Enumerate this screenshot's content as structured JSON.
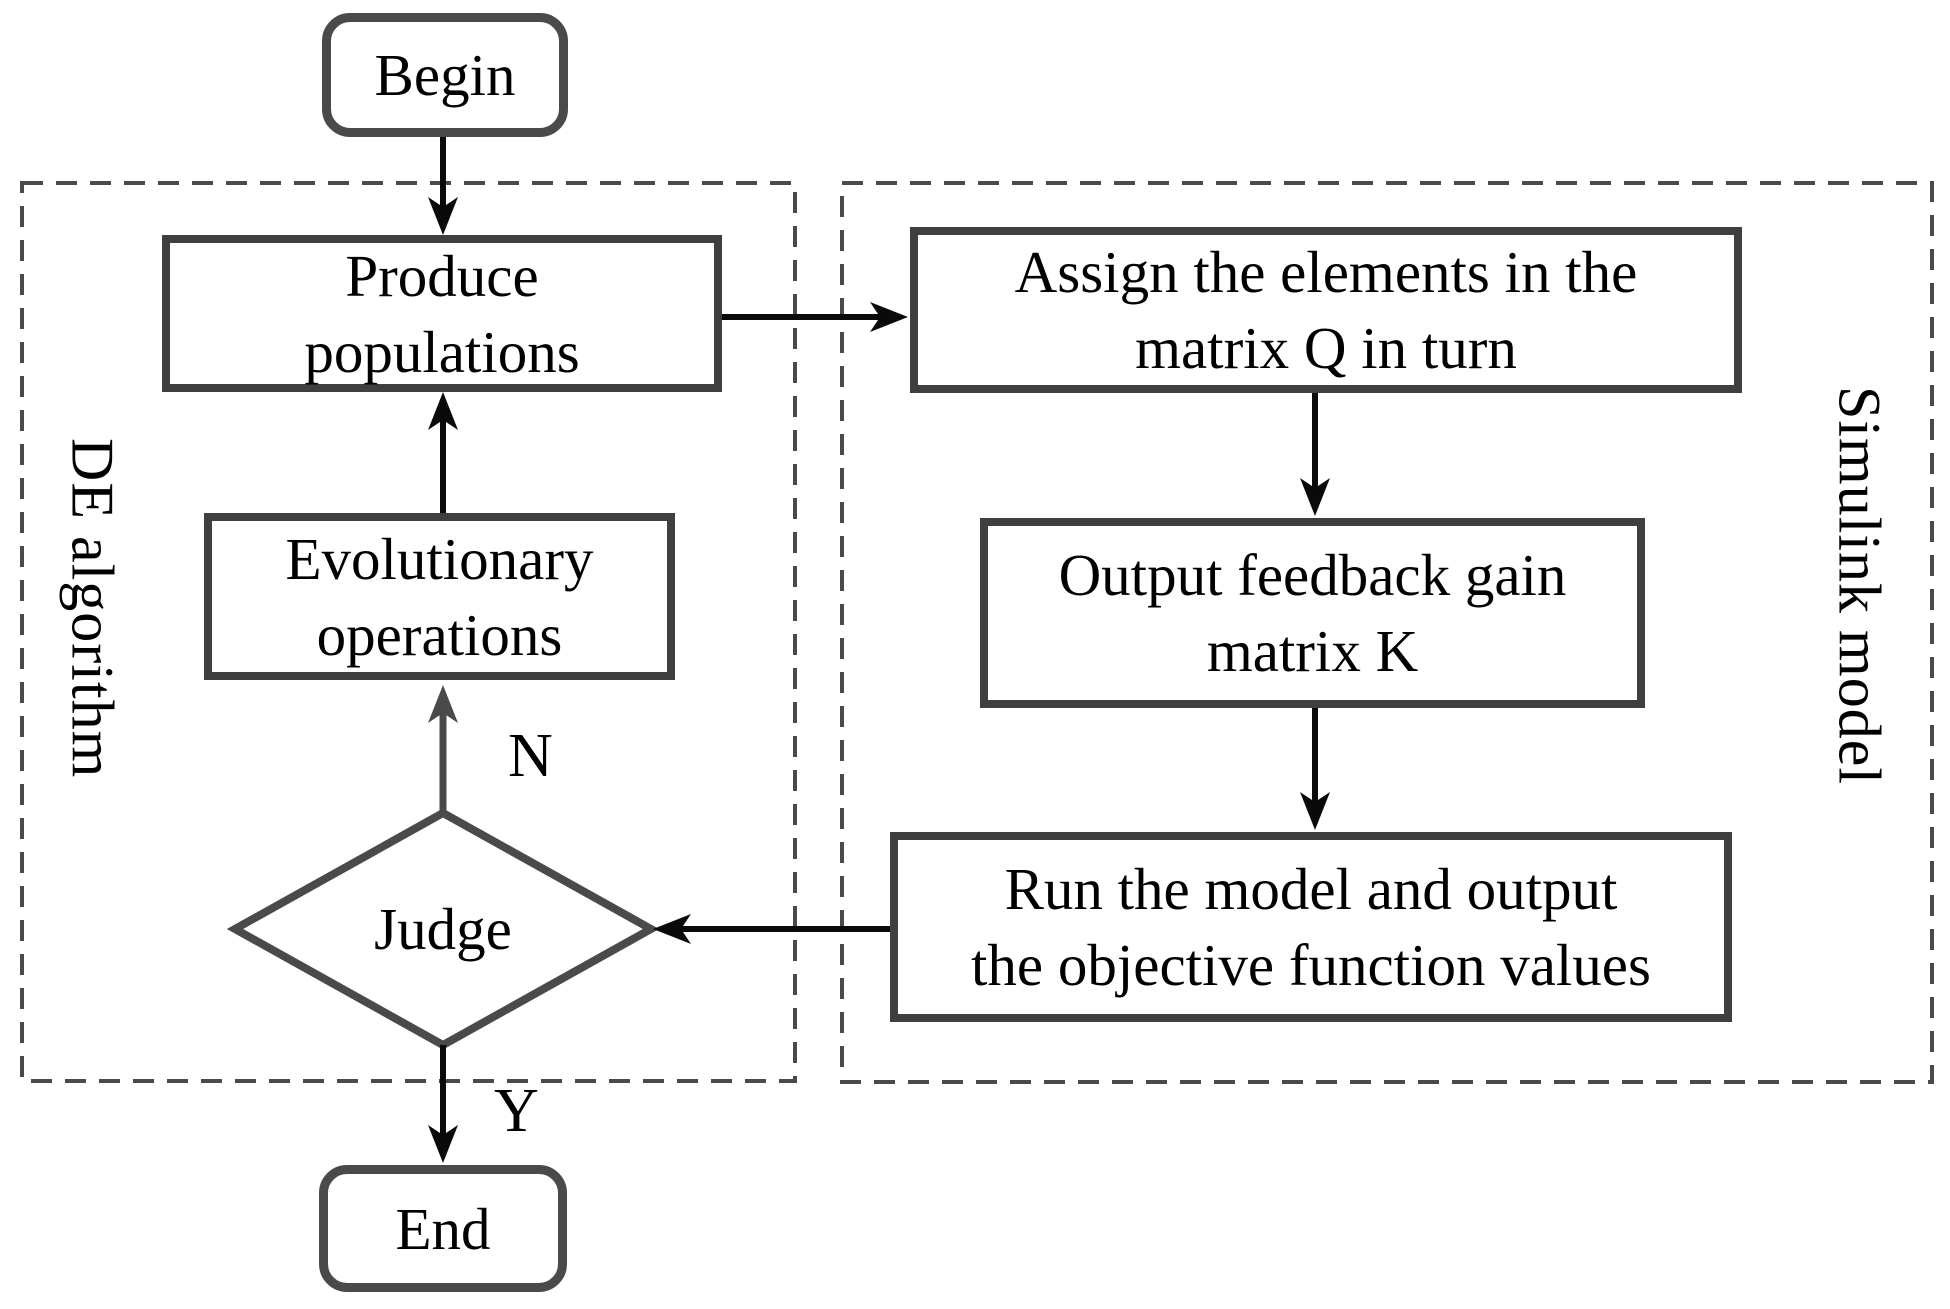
{
  "nodes": {
    "begin": {
      "label": "Begin"
    },
    "produce": {
      "line1": "Produce",
      "line2": "populations"
    },
    "evolutionary": {
      "line1": "Evolutionary",
      "line2": "operations"
    },
    "judge": {
      "label": "Judge"
    },
    "end": {
      "label": "End"
    },
    "assign": {
      "line1": "Assign the elements in the",
      "line2": "matrix Q in turn"
    },
    "output": {
      "line1": "Output feedback gain",
      "line2": "matrix K"
    },
    "run": {
      "line1": "Run the model and output",
      "line2": "the objective function values"
    }
  },
  "groups": {
    "de": {
      "label": "DE algorithm"
    },
    "simulink": {
      "label": "Simulink model"
    }
  },
  "edge_labels": {
    "no": "N",
    "yes": "Y"
  },
  "colors": {
    "background": "#ffffff",
    "box_stroke": "#3f3f3f",
    "terminal_stroke": "#4a4a4a",
    "dashed_stroke": "#4a4a4a",
    "arrow_black": "#0a0a0a",
    "arrow_gray": "#4a4a4a",
    "text": "#000000"
  }
}
